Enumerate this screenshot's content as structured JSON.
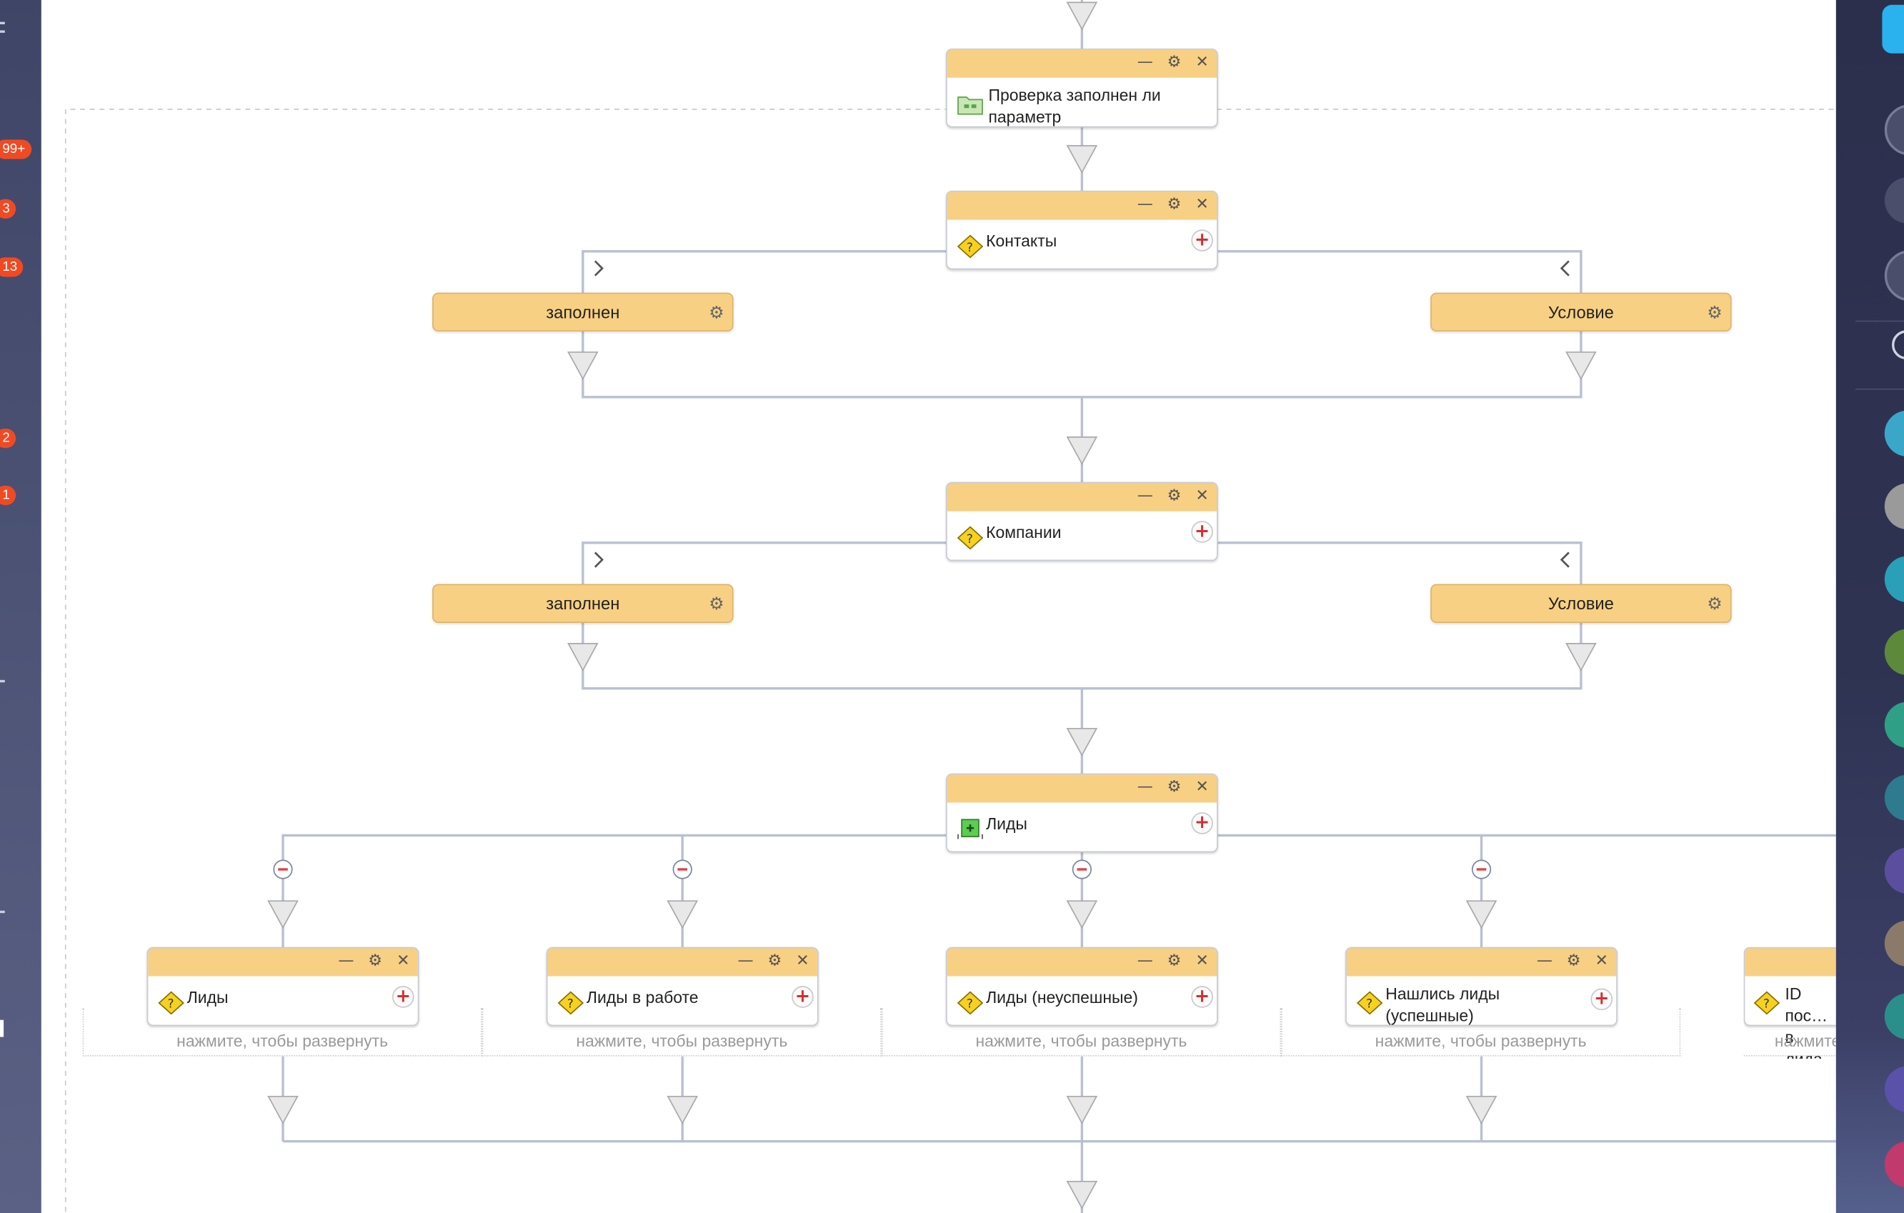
{
  "colors": {
    "block_header": "#f8d083",
    "connector": "#b8c0d2",
    "badge": "#f04a23",
    "accent_add": "#d32f2f"
  },
  "sidebar": {
    "badges": [
      {
        "text": "99+"
      },
      {
        "text": "3"
      },
      {
        "text": "13"
      },
      {
        "text": "2"
      },
      {
        "text": "1"
      }
    ]
  },
  "workflow": {
    "block_check": {
      "title": "Проверка заполнен ли параметр",
      "icon": "folder-check-icon"
    },
    "block_contacts": {
      "title": "Контакты",
      "icon": "condition-icon",
      "branches": [
        "заполнен",
        "Условие"
      ]
    },
    "block_companies": {
      "title": "Компании",
      "icon": "condition-icon",
      "branches": [
        "заполнен",
        "Условие"
      ]
    },
    "block_leads": {
      "title": "Лиды",
      "icon": "parallel-icon"
    },
    "children": [
      {
        "title": "Лиды"
      },
      {
        "title": "Лиды в работе"
      },
      {
        "title": "Лиды (неуспешные)"
      },
      {
        "title": "Нашлись лиды (успешные)"
      },
      {
        "title": "ID пос… в лида…"
      }
    ],
    "expand_hint": "нажмите, чтобы развернуть"
  }
}
